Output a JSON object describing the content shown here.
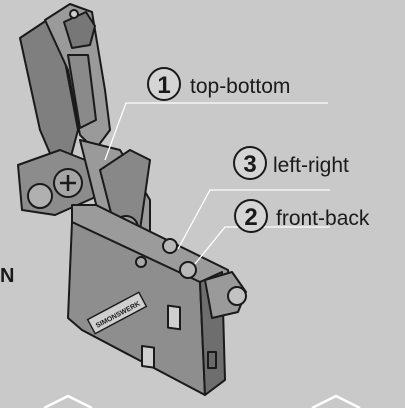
{
  "callouts": [
    {
      "number": "1",
      "label": "top-bottom"
    },
    {
      "number": "3",
      "label": "left-right"
    },
    {
      "number": "2",
      "label": "front-back"
    }
  ],
  "side_letter": "N",
  "device_logo": "SIMONSWERK",
  "colors": {
    "background": "#c9c9c9",
    "body": "#8e8e8e",
    "body_dark": "#5f5f5f",
    "outline": "#1a1a1a",
    "leader_line": "#ffffff"
  }
}
